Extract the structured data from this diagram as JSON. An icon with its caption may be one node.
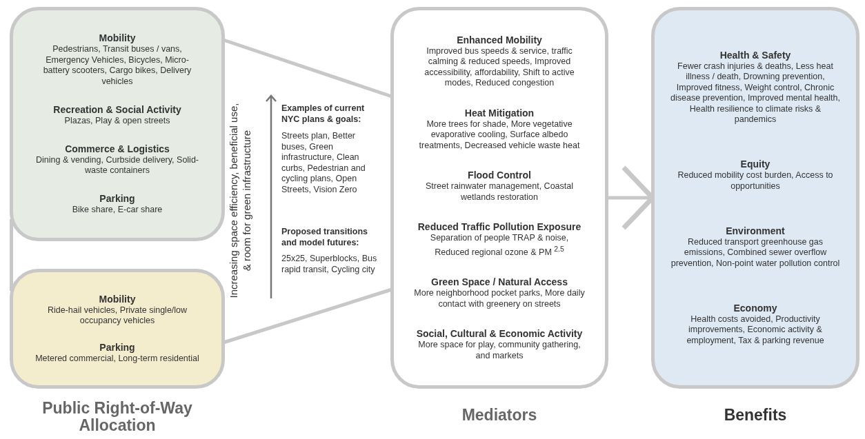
{
  "diagram": {
    "nodes": [
      {
        "text": [
          "Mobility",
          "Pedestrians, Transit buses / vans, Emergency Vehicles, Bicycles, Micro-battery scooters, Cargo bikes, Delivery vehicles",
          "Recreation & Social Activity",
          "Plazas, Play & open streets",
          "Commerce & Logistics",
          "Dining & vending, Curbside delivery, Solid-waste containers",
          "Parking",
          "Bike share, E-car share"
        ]
      },
      {
        "text": [
          "Mobility",
          "Ride-hail vehicles, Private single/low occupancy vehicles",
          "Parking",
          "Metered commercial, Long-term residential"
        ],
        "beside": [
          "Public Right-of-Way Allocation"
        ]
      },
      {
        "text": [
          "Enhanced Mobility",
          "Improved bus speeds & service, traffic calming & reduced speeds, Improved accessibility, affordability, Shift to active modes, Reduced congestion",
          "Heat Mitigation",
          "More trees for shade, More vegetative evaporative cooling, Surface albedo treatments, Decreased vehicle waste heat",
          "Flood Control",
          "Street rainwater management, Coastal wetlands restoration",
          "Reduced Traffic Pollution Exposure",
          "Separation of people TRAP & noise, Reduced regional ozone & PM $^{2.5}$",
          "Green Space / Natural Access",
          "More neighborhood pocket parks, More daily contact with greenery on streets",
          "Social, Cultural & Economic Activity",
          "More space for play, community gathering, and markets"
        ],
        "beside": [
          "Mediators"
        ]
      },
      {
        "text": [
          "Health & Safety",
          "Fewer crash injuries & deaths, Less heat illness / death, Drowning prevention, Improved fitness, Weight control, Chronic disease prevention, Improved mental health, Health resilience to climate risks & pandemics",
          "Equity",
          "Reduced mobility cost burden, Access to opportunities",
          "Environment",
          "Reduced transport greenhouse gas emissions, Combined sewer overflow prevention, Non-point water pollution control",
          "Economy",
          "Health costs avoided, Productivity improvements, Economic activity & employment, Tax & parking revenue"
        ],
        "beside": [
          "Benefits"
        ]
      }
    ],
    "edges": [
      {
        "from": 0,
        "to": 1,
        "arrow": "none"
      },
      {
        "from": 0,
        "to": 2,
        "arrow": "none"
      },
      {
        "from": 1,
        "to": 2,
        "arrow": "none"
      },
      {
        "from": 2,
        "to": 3,
        "arrow": "to"
      }
    ],
    "labels": [
      "Increasing space efficiency, beneficial use, & room for green infrastructure",
      "Examples of current NYC plans & goals:",
      "Streets plan, Better buses, Green infrastructure, Clean curbs, Pedestrian and cycling plans, Open Streets, Vision Zero",
      "Proposed transitions and model futures:",
      "25x25, Superblocks, Bus rapid transit, Cycling city"
    ]
  }
}
